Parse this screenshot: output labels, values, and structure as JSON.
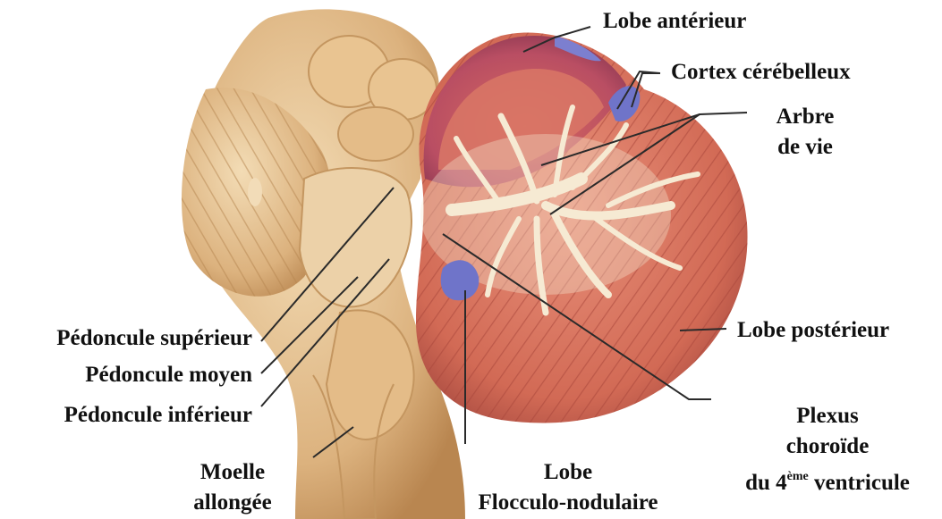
{
  "colors": {
    "brainstem": "#e8c79a",
    "brainstem_shade": "#c99a62",
    "cortex": "#d9745e",
    "cortex_dark": "#b8544a",
    "anterior_lobe": "#c0566a",
    "white_matter": "#f6ead3",
    "choroid": "#6f74c9",
    "leader_line": "#2a2a2a"
  },
  "labels": {
    "lobe_anterieur": "Lobe antérieur",
    "cortex_cerebelleux": "Cortex cérébelleux",
    "arbre_line1": "Arbre",
    "arbre_line2": "de vie",
    "lobe_posterieur": "Lobe postérieur",
    "plexus_line1": "Plexus",
    "plexus_line2": "choroïde",
    "plexus_line3_prefix": "du 4",
    "plexus_line3_sup": "ème",
    "plexus_line3_suffix": " ventricule",
    "lobe_flocculo_line1": "Lobe",
    "lobe_flocculo_line2": "Flocculo-nodulaire",
    "moelle_line1": "Moelle",
    "moelle_line2": "allongée",
    "pedoncule_superieur": "Pédoncule supérieur",
    "pedoncule_moyen": "Pédoncule moyen",
    "pedoncule_inferieur": "Pédoncule inférieur"
  }
}
